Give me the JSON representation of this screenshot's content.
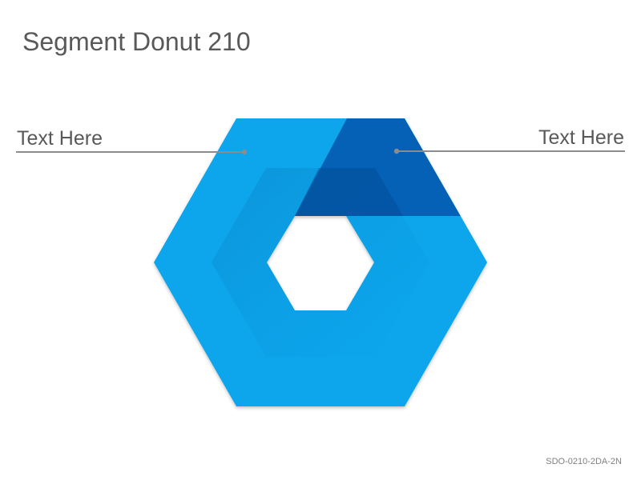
{
  "title": "Segment Donut 210",
  "labels": {
    "left": "Text Here",
    "right": "Text Here"
  },
  "code": "SDO-0210-2DA-2N",
  "colors": {
    "main_segment": "#0aa5ec",
    "highlight_segment": "#045fb4",
    "inner_shadow": "#0a86c8",
    "leader_line": "#8c8c8c",
    "title_text": "#595959"
  }
}
